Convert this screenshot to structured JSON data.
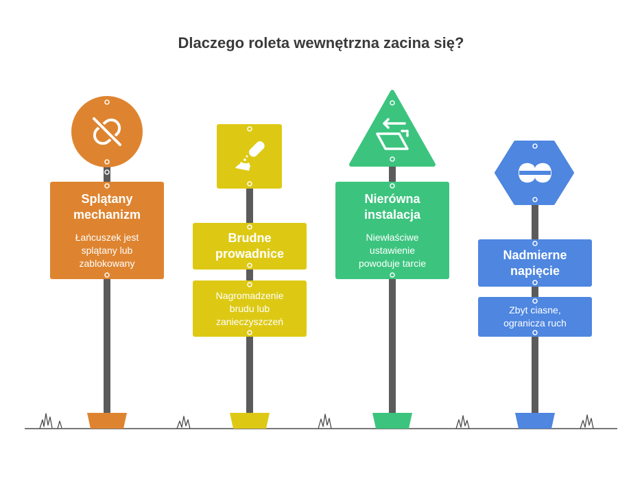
{
  "title": "Dlaczego roleta wewnętrzna zacina się?",
  "colors": {
    "orange": "#DE8430",
    "yellow": "#DDC914",
    "green": "#3CC47E",
    "blue": "#4E86E0",
    "pole": "#5B5B5B",
    "ground": "#4A4A4A"
  },
  "signs": [
    {
      "heading": "Splątany\nmechanizm",
      "description": "Łańcuszek jest\nsplątany lub\nzablokowany",
      "icon": "tangled-chain-icon",
      "shape": "circle",
      "color": "#DE8430"
    },
    {
      "heading": "Brudne\nprowadnice",
      "description": "Nagromadzenie\nbrudu lub\nzanieczyszczeń",
      "icon": "dust-spray-icon",
      "shape": "square",
      "color": "#DDC914"
    },
    {
      "heading": "Nierówna\ninstalacja",
      "description": "Niewłaściwe\nustawienie\npowoduje tarcie",
      "icon": "skewed-frame-icon",
      "shape": "triangle",
      "color": "#3CC47E"
    },
    {
      "heading": "Nadmierne\nnapięcie",
      "description": "Zbyt ciasne,\nogranicza ruch",
      "icon": "tension-icon",
      "shape": "hexagon",
      "color": "#4E86E0"
    }
  ]
}
